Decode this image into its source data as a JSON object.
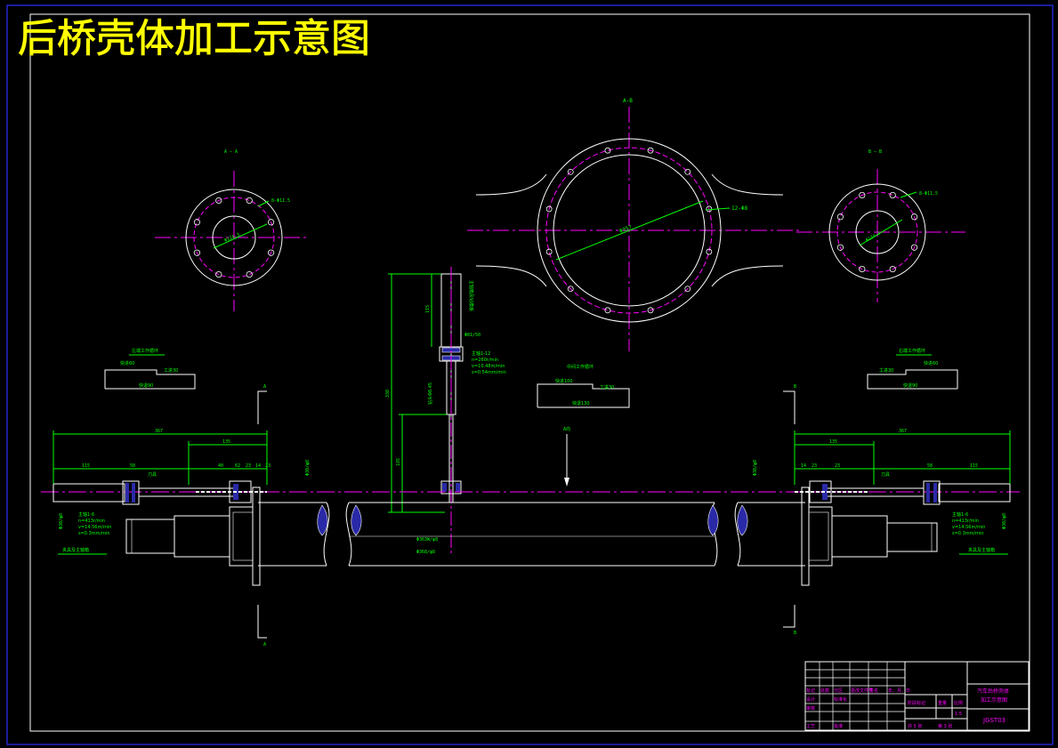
{
  "title": "后桥壳体加工示意图",
  "colors": {
    "background": "#000000",
    "outline": "#ffffff",
    "frame": "#3030ff",
    "center_line": "#ff00ff",
    "dimension": "#00ff00",
    "title": "#ffff00",
    "filled": "#2a2aa8",
    "titleblock_text": "#ff00ff"
  },
  "dimensions": {
    "left_overall": "367",
    "left_mid": "135",
    "left_seg_a": "115",
    "left_seg_b": "58",
    "left_seg_c": "40",
    "left_seg_d": "62",
    "left_seg_e": "23",
    "left_seg_f": "14",
    "left_seg_g": "23",
    "left_diam": "Φ30/φ8",
    "right_overall": "367",
    "right_mid": "135",
    "right_seg_a": "115",
    "right_seg_b": "58",
    "right_seg_c": "14",
    "right_seg_d": "23",
    "right_seg_e": "23",
    "right_diam": "Φ30/φ8",
    "big_circle": "Φ357",
    "big_holes": "12-Φ8",
    "left_flange": "Φ124.3",
    "left_flange_holes": "8-Φ11.5",
    "right_flange": "Φ124.3",
    "right_flange_holes": "8-Φ11.5",
    "vert_total": "338",
    "vert_upper": "115",
    "vert_lower": "185",
    "small_d": "Φ81/50",
    "axle_d1": "Φ363W/φ8",
    "axle_d2": "Φ368/φ8"
  },
  "section_labels": {
    "top": "A-B",
    "left_flange": "A — A",
    "right_flange": "B — B",
    "cut_a": "A",
    "cut_b": "B",
    "center_arrow": "A向"
  },
  "work_cycles": {
    "left_title": "左端工作循环",
    "left_fast": "快进60",
    "left_work": "工进30",
    "left_back": "快退90",
    "center_title": "中间工作循环",
    "center_fast": "快进100",
    "center_work": "工进30",
    "center_back": "快退130",
    "right_title": "右端工作循环",
    "right_fast": "快进60",
    "right_work": "工进30",
    "right_back": "快退90"
  },
  "annotations": {
    "left_spindle": "主轴1-6",
    "left_speed": "n=413r/min",
    "left_v": "v=14.56m/min",
    "left_f": "s=0.3mm/min",
    "left_tool": "刀具",
    "left_fixture": "夹具及主轴箱",
    "right_spindle": "主轴1-6",
    "right_speed": "n=413r/min",
    "right_v": "v=14.56m/min",
    "right_f": "s=0.3mm/min",
    "right_tool": "刀具",
    "right_fixture": "夹具及主轴箱",
    "center_spindle": "主轴1-12",
    "center_speed": "n=260r/min",
    "center_v": "v=10.48m/min",
    "center_f": "s=0.54mm/min",
    "center_tool": "钻头Φ8.45",
    "vertical_note": "主轴箱及钻模板"
  },
  "title_block": {
    "drawing_title_1": "汽车后桥壳体",
    "drawing_title_2": "加工示意图",
    "drawing_no": "JGST03",
    "scale": "1:5",
    "mark_header": "阶段标记",
    "weight_header": "重量",
    "scale_header": "比例",
    "sheets": "共 5 张",
    "sheet_no": "第 3 张",
    "row1": [
      "标记",
      "处数",
      "分区",
      "更改文件号",
      "签名",
      "年、月、日"
    ],
    "row2": [
      "设计",
      "",
      "标准化",
      "",
      "",
      ""
    ],
    "row3": [
      "审核",
      "",
      "",
      "",
      "",
      ""
    ],
    "row4": [
      "工艺",
      "",
      "批准",
      "",
      "",
      ""
    ]
  }
}
